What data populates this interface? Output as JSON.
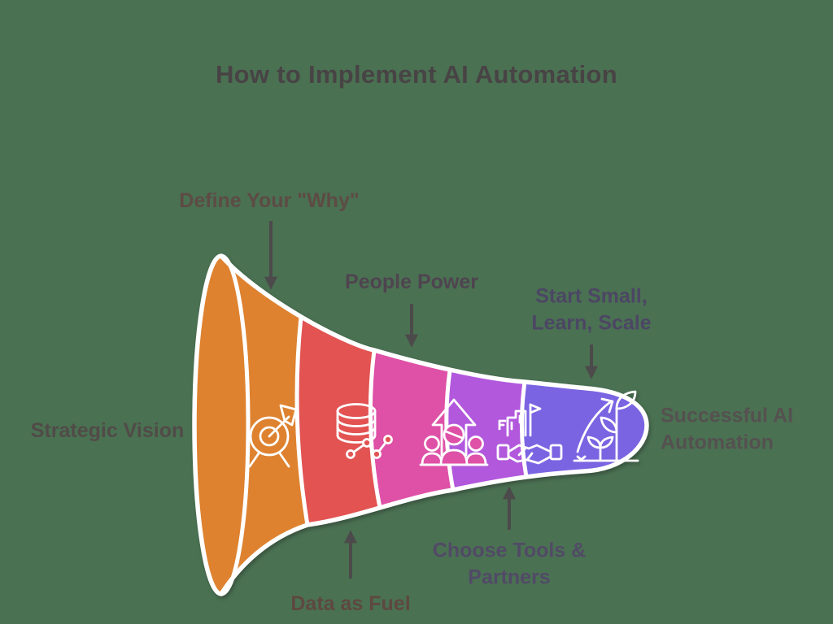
{
  "canvas": {
    "background_color": "#4a7152"
  },
  "title": {
    "text": "How to Implement AI Automation",
    "color": "#484345"
  },
  "funnel": {
    "outline_color": "#ffffff",
    "pointer_arrow_color": "#4c4a4a",
    "stages": [
      {
        "label": "Define Your \"Why\"",
        "label_color": "#5d4b44",
        "color": "#de8230",
        "icon": "target-arrow-icon",
        "label_position": "top"
      },
      {
        "label": "Data as Fuel",
        "label_color": "#5e4840",
        "color": "#e25352",
        "icon": "database-analytics-icon",
        "label_position": "bottom"
      },
      {
        "label": "People Power",
        "label_color": "#4f4450",
        "color": "#de51a6",
        "icon": "team-growth-icon",
        "label_position": "top"
      },
      {
        "label": "Choose Tools &\nPartners",
        "label_color": "#514a66",
        "color": "#b158dc",
        "icon": "partnership-handshake-icon",
        "label_position": "bottom"
      },
      {
        "label": "Start Small,\nLearn, Scale",
        "label_color": "#4c4664",
        "color": "#7b64e2",
        "icon": "plant-growth-icon",
        "label_position": "top"
      }
    ],
    "entry_label": {
      "text": "Strategic Vision",
      "color": "#514b48"
    },
    "result_label": {
      "text": "Successful AI\nAutomation",
      "color": "#555150"
    }
  }
}
